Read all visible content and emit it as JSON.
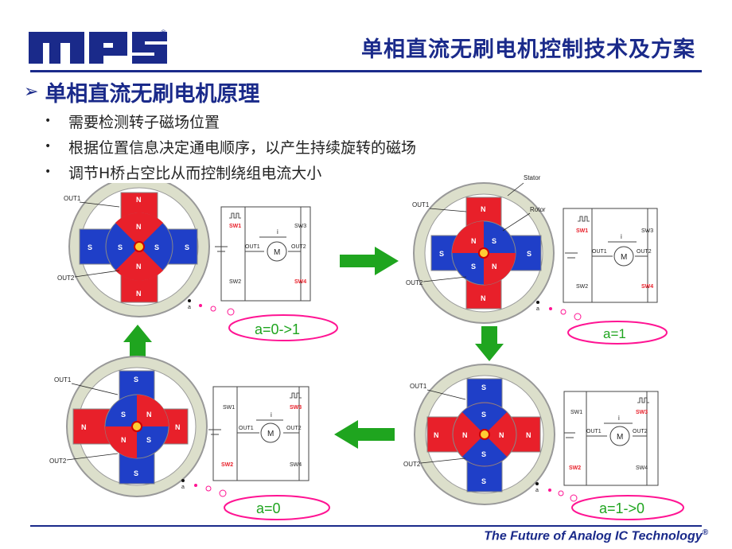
{
  "logo": {
    "text": "mps",
    "registered": "®"
  },
  "header": {
    "title": "单相直流无刷电机控制技术及方案"
  },
  "section": {
    "heading": "单相直流无刷电机原理"
  },
  "bullets": [
    "需要检测转子磁场位置",
    "根据位置信息决定通电顺序，以产生持续旋转的磁场",
    "调节H桥占空比从而控制绕组电流大小"
  ],
  "labels": {
    "out1": "OUT1",
    "out2": "OUT2",
    "stator": "Stator",
    "rotor": "Rotor",
    "n": "N",
    "s": "S",
    "motor": "M",
    "current": "i",
    "a": "a",
    "sw1": "SW1",
    "sw2": "SW2",
    "sw3": "SW3",
    "sw4": "SW4"
  },
  "states": {
    "top_left": "a=0->1",
    "top_right": "a=1",
    "bottom_right": "a=1->0",
    "bottom_left": "a=0"
  },
  "colors": {
    "brand": "#1a2a8a",
    "north": "#e8202a",
    "south": "#1f3fc8",
    "arrow": "#1fa51f",
    "stator_ring": "#d8dcc8",
    "cloud": "#ff1493"
  },
  "footer": {
    "text": "The Future of Analog IC Technology",
    "registered": "®"
  }
}
